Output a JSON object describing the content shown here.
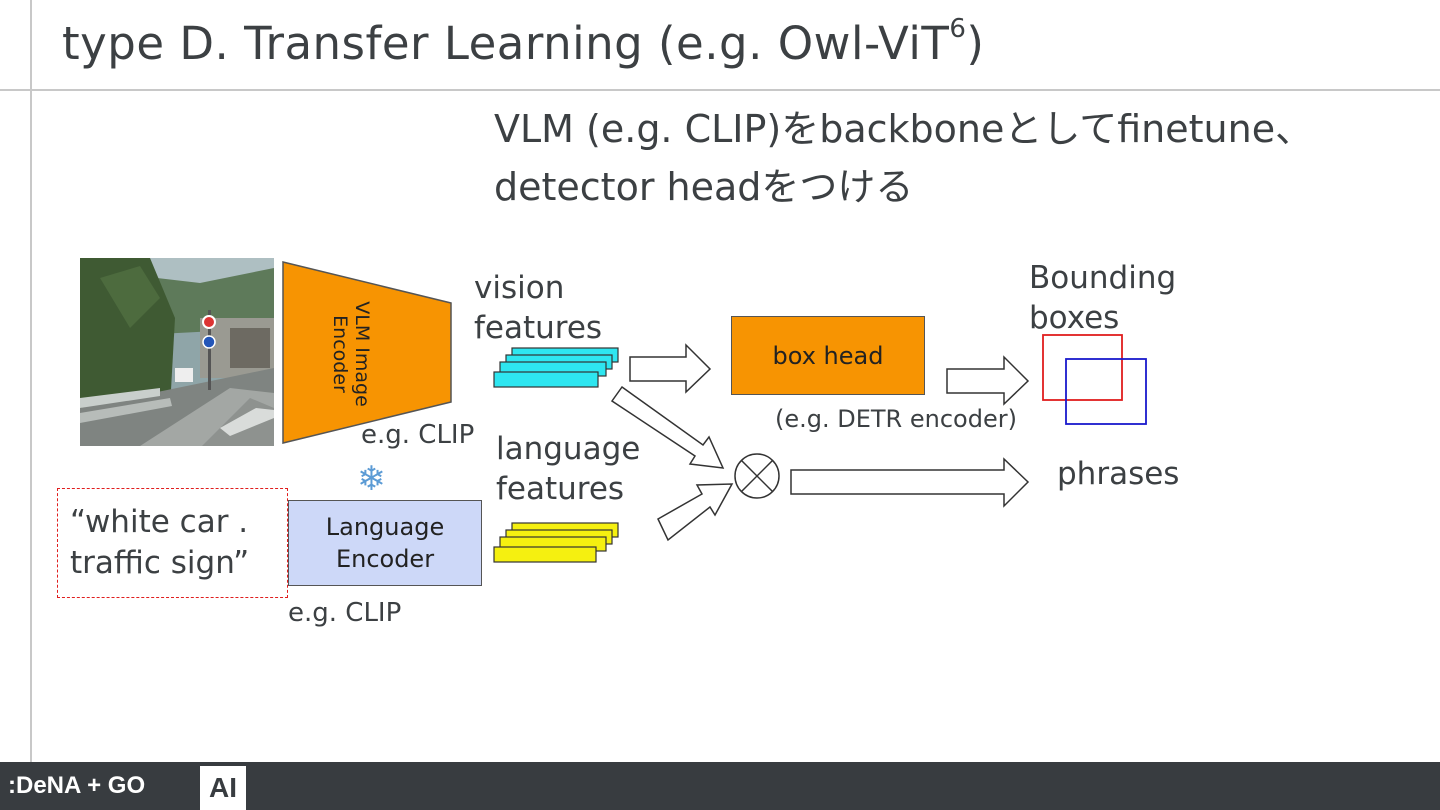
{
  "slide": {
    "title": "type D. Transfer Learning (e.g. Owl-ViT",
    "title_superscript": "6",
    "title_suffix": ")",
    "description_line1": "VLM (e.g. CLIP)をbackboneとしてfinetune、",
    "description_line2": "detector headをつける"
  },
  "diagram": {
    "vlm_encoder_label": "VLM Image Encoder",
    "vlm_encoder_example": "e.g. CLIP",
    "vision_features_label": "vision features",
    "box_head_label": "box head",
    "box_head_example": "(e.g. DETR encoder)",
    "bounding_boxes_label": "Bounding boxes",
    "language_features_label": "language features",
    "language_encoder_label": "Language Encoder",
    "language_encoder_example": "e.g. CLIP",
    "phrases_label": "phrases",
    "text_prompt": "“white car .\ntraffic sign”",
    "frozen_icon": "snowflake-icon",
    "combine_icon": "circled-times-icon"
  },
  "colors": {
    "encoder_orange": "#f79402",
    "vision_feature_cyan": "#2ee6f0",
    "language_feature_yellow": "#f5f010",
    "language_encoder_blue": "#cdd8f8",
    "bbox_red": "#e01e1e",
    "bbox_blue": "#1a1acc",
    "footer_bg": "#383c40"
  },
  "footer": {
    "logo_text": ":DeNA + GO",
    "badge_label": "AI"
  }
}
